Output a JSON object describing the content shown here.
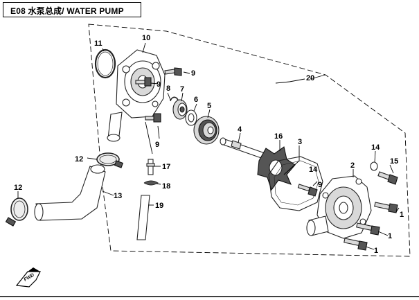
{
  "header": {
    "title": "E08 水泵总成/ WATER PUMP"
  },
  "fwd_badge": {
    "label": "FWD"
  },
  "callouts": {
    "c1a": "1",
    "c1b": "1",
    "c1c": "1",
    "c2": "2",
    "c3": "3",
    "c4": "4",
    "c5": "5",
    "c6": "6",
    "c7": "7",
    "c8": "8",
    "c9a": "9",
    "c9b": "9",
    "c9c": "9",
    "c9d": "9",
    "c10": "10",
    "c11": "11",
    "c12a": "12",
    "c12b": "12",
    "c13": "13",
    "c14a": "14",
    "c14b": "14",
    "c15": "15",
    "c16": "16",
    "c17": "17",
    "c18": "18",
    "c19": "19",
    "c20": "20"
  }
}
